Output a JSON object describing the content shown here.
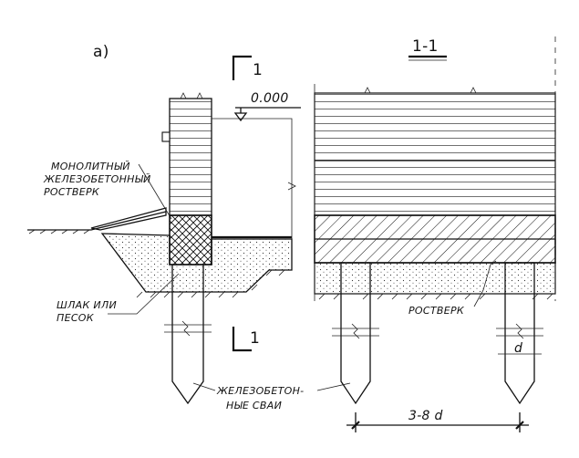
{
  "figure": {
    "panel_label": "а)",
    "section_title": "1-1",
    "cut_mark_top": "1",
    "cut_mark_bottom": "1",
    "elevation": "0.000",
    "dimension": "3-8 d",
    "diameter_symbol": "d"
  },
  "labels": {
    "grillage_monolithic": [
      "МОНОЛИТНЫЙ",
      "ЖЕЛЕЗОБЕТОННЫЙ",
      "РОСТВЕРК"
    ],
    "slag_or_sand": [
      "ШЛАК ИЛИ",
      "ПЕСОК"
    ],
    "grillage": "РОСТВЕРК",
    "rc_piles": [
      "ЖЕЛЕЗОБЕТОН-",
      "НЫЕ СВАИ"
    ]
  },
  "colors": {
    "ink": "#111111",
    "paper": "#ffffff"
  }
}
